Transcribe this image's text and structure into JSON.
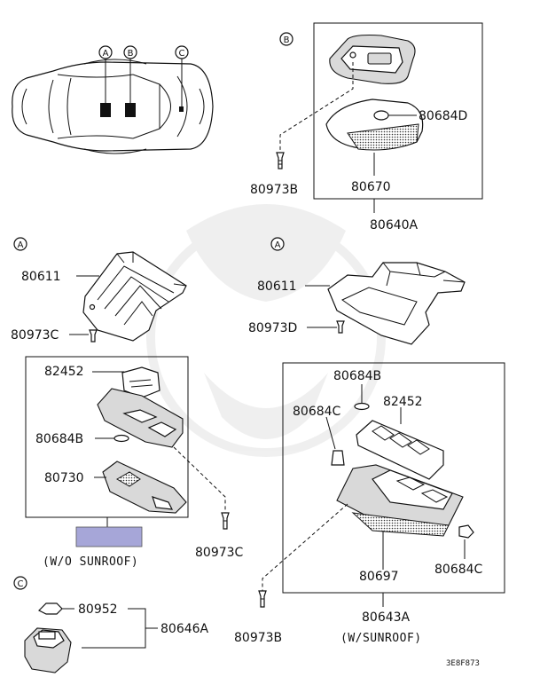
{
  "diagram": {
    "callouts": {
      "top_b": "B",
      "a_left": "A",
      "a_right": "A",
      "c_bottom": "C",
      "car_a": "A",
      "car_b": "B",
      "car_c": "C"
    },
    "parts": {
      "p80684D": "80684D",
      "p80973B_top": "80973B",
      "p80670": "80670",
      "p80640A": "80640A",
      "p80611_left": "80611",
      "p80973C_left": "80973C",
      "p80611_right": "80611",
      "p80973D": "80973D",
      "p82452_left": "82452",
      "p80684B_left": "80684B",
      "p80730": "80730",
      "p80973C_mid": "80973C",
      "p80684B_right": "80684B",
      "p80684C_right": "80684C",
      "p82452_right": "82452",
      "p80697": "80697",
      "p80684C_far": "80684C",
      "p80643A": "80643A",
      "p80973B_bottom": "80973B",
      "p80952": "80952",
      "p80646A": "80646A"
    },
    "notes": {
      "wo_sunroof": "(W/O SUNROOF)",
      "w_sunroof": "(W/SUNROOF)"
    },
    "diagram_code": "3E8F873",
    "colors": {
      "highlight_box": "#a6a6d8",
      "line": "#111111"
    }
  }
}
